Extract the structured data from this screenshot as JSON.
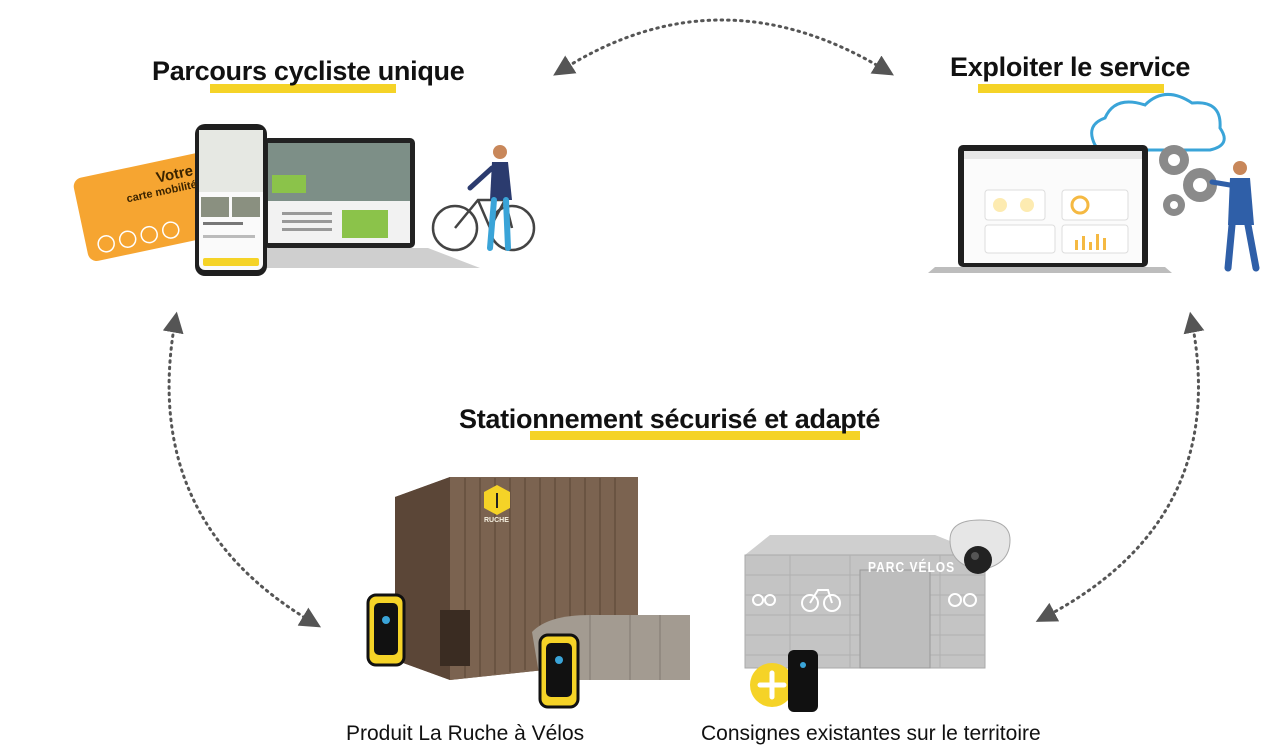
{
  "headings": {
    "top_left": "Parcours cycliste unique",
    "top_right": "Exploiter le service",
    "middle": "Stationnement sécurisé et adapté"
  },
  "card": {
    "line1": "Votre",
    "line2": "carte mobilité"
  },
  "shelter_sign": "PARC VÉLOS",
  "ruche_logo": "RUCHE",
  "captions": {
    "left": "Produit La Ruche à Vélos",
    "right": "Consignes existantes sur le territoire"
  },
  "colors": {
    "accent": "#f5d327",
    "card": "#f6a531",
    "wood": "#6f5846",
    "shelter": "#c9c9c9",
    "screen_green": "#8bc34a"
  }
}
